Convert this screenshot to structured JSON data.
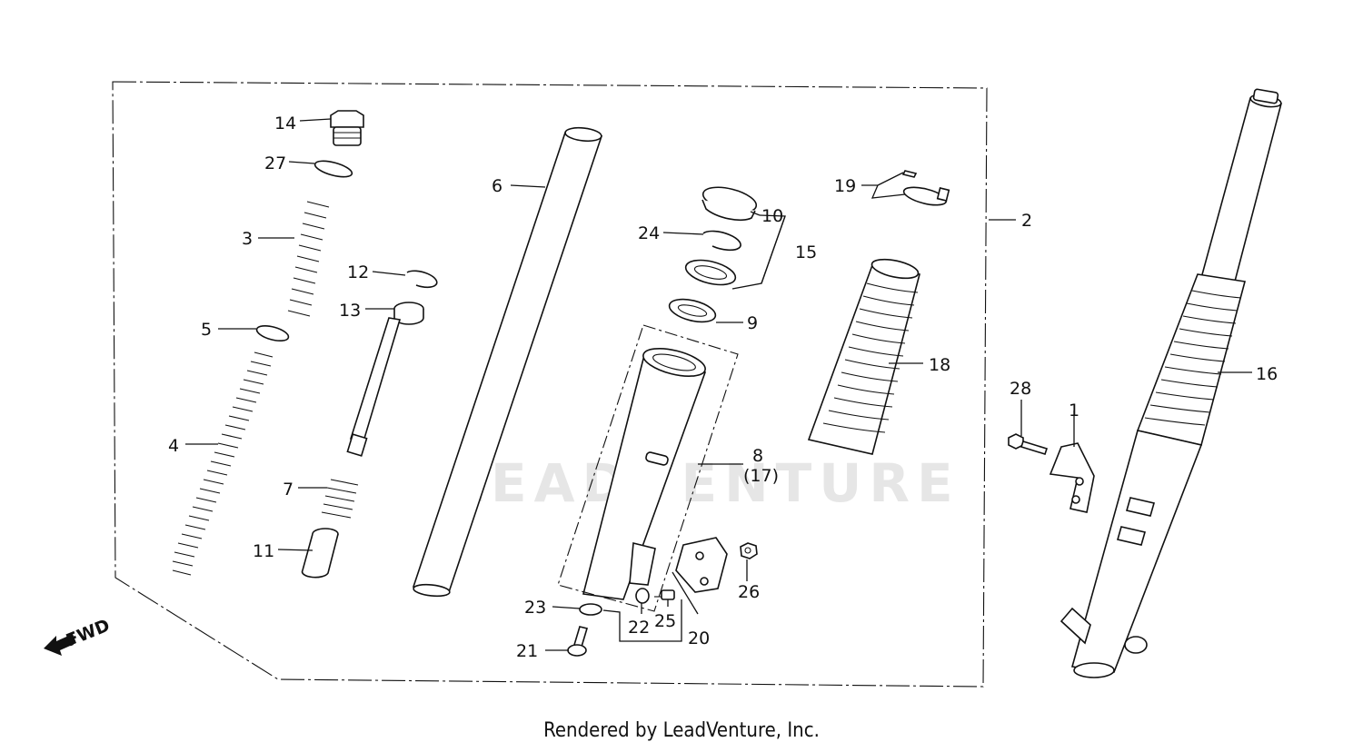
{
  "watermark": "LEADVENTURE",
  "footer": "Rendered by LeadVenture, Inc.",
  "fwd_label": "FWD",
  "callouts": [
    {
      "id": "14",
      "label": "14"
    },
    {
      "id": "27",
      "label": "27"
    },
    {
      "id": "3",
      "label": "3"
    },
    {
      "id": "5",
      "label": "5"
    },
    {
      "id": "4",
      "label": "4"
    },
    {
      "id": "12",
      "label": "12"
    },
    {
      "id": "13",
      "label": "13"
    },
    {
      "id": "7",
      "label": "7"
    },
    {
      "id": "11",
      "label": "11"
    },
    {
      "id": "6",
      "label": "6"
    },
    {
      "id": "10",
      "label": "10"
    },
    {
      "id": "24",
      "label": "24"
    },
    {
      "id": "15",
      "label": "15"
    },
    {
      "id": "9",
      "label": "9"
    },
    {
      "id": "8",
      "label": "8"
    },
    {
      "id": "17",
      "label": "(17)"
    },
    {
      "id": "23",
      "label": "23"
    },
    {
      "id": "22",
      "label": "22"
    },
    {
      "id": "25",
      "label": "25"
    },
    {
      "id": "20",
      "label": "20"
    },
    {
      "id": "26",
      "label": "26"
    },
    {
      "id": "21",
      "label": "21"
    },
    {
      "id": "19",
      "label": "19"
    },
    {
      "id": "2",
      "label": "2"
    },
    {
      "id": "18",
      "label": "18"
    },
    {
      "id": "28",
      "label": "28"
    },
    {
      "id": "1",
      "label": "1"
    },
    {
      "id": "16",
      "label": "16"
    }
  ]
}
